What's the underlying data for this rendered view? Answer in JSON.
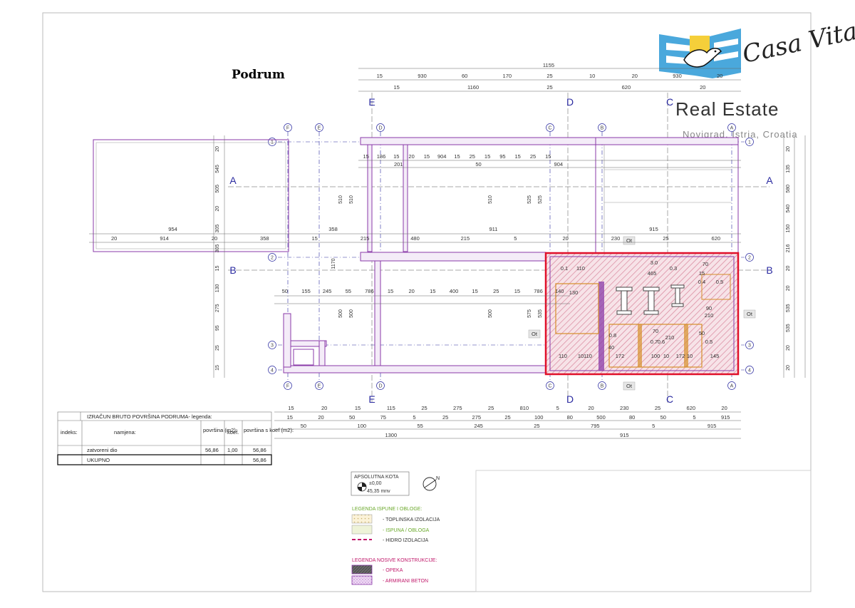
{
  "title": "Podrum",
  "logo": {
    "brand": "Casa Vita",
    "subtitle": "Real Estate",
    "location": "Novigrad, Istria, Croatia"
  },
  "colors": {
    "wall": "#8a3aa8",
    "highlight": "#e0102a",
    "hatch": "#d8849a",
    "insulation": "#e6a23c",
    "axis": "#2a2aa0",
    "section": "#1a1a99"
  },
  "axes_rows": [
    "1",
    "2",
    "3",
    "4"
  ],
  "axes_cols": [
    "F",
    "E",
    "D",
    "C",
    "B",
    "A"
  ],
  "sections": [
    "A",
    "B",
    "C",
    "D",
    "E"
  ],
  "top_dims": {
    "overall": "1155",
    "row2": [
      "15",
      "930",
      "60",
      "170",
      "25",
      "10",
      "20",
      "930",
      "20"
    ],
    "row3": [
      "15",
      "1160",
      "25",
      "620",
      "20"
    ],
    "row4": [
      "15",
      "186",
      "15",
      "20",
      "15",
      "904",
      "15",
      "25",
      "15",
      "95",
      "15",
      "25",
      "15"
    ],
    "row5": [
      "201",
      "50",
      "904"
    ]
  },
  "mid_dims": {
    "row_a": [
      "954",
      "358",
      "911",
      "915"
    ],
    "row_b": [
      "20",
      "914",
      "20",
      "358",
      "15",
      "215",
      "480",
      "215",
      "5",
      "20",
      "230",
      "25",
      "620"
    ],
    "row_c": [
      "50",
      "155",
      "245",
      "55",
      "786",
      "15",
      "20",
      "15",
      "400",
      "15",
      "25",
      "15",
      "786",
      "140"
    ]
  },
  "bottom_dims": {
    "row1": [
      "15",
      "20",
      "15",
      "115",
      "25",
      "275",
      "25",
      "810",
      "5",
      "20",
      "230",
      "25",
      "620",
      "20"
    ],
    "row2": [
      "15",
      "20",
      "50",
      "75",
      "5",
      "25",
      "275",
      "25",
      "100",
      "80",
      "500",
      "80",
      "50",
      "5",
      "915"
    ],
    "row3": [
      "50",
      "100",
      "55",
      "245",
      "25",
      "795",
      "5",
      "915"
    ],
    "row4": [
      "1300",
      "915"
    ]
  },
  "left_dims": [
    "20",
    "545",
    "505",
    "20",
    "305",
    "305",
    "15",
    "130",
    "275",
    "95",
    "25",
    "15"
  ],
  "right_dims": [
    "20",
    "135",
    "580",
    "540",
    "150",
    "216",
    "20",
    "20",
    "535",
    "535",
    "20",
    "20"
  ],
  "inner_dims": [
    "510",
    "510",
    "510",
    "525",
    "525",
    "500",
    "500",
    "500",
    "575",
    "535",
    "1170"
  ],
  "room_labels": [
    "0.1",
    "110",
    "130",
    "465",
    "3.0",
    "0.3",
    "70",
    "15",
    "0.4",
    "0.5",
    "90",
    "210",
    "110",
    "10",
    "110",
    "172",
    "100",
    "10",
    "172",
    "10",
    "145",
    "0.8",
    "0.6",
    "0.7",
    "70",
    "210",
    "40",
    "50",
    "0.5"
  ],
  "markers": [
    "Ot",
    "Ot",
    "Ot",
    "Ot"
  ],
  "area_table": {
    "header": "IZRAČUN BRUTO POVRŠINA PODRUMA- legenda:",
    "columns": [
      "indeks:",
      "namjena:",
      "površina (m2):",
      "koef.",
      "površina s koef (m2):"
    ],
    "rows": [
      {
        "name": "zatvoreni dio",
        "area": "56,86",
        "coef": "1,00",
        "area_coef": "56,86"
      }
    ],
    "total_label": "UKUPNO",
    "total_value": "56,86"
  },
  "kota": {
    "title": "APSOLUTNA KOTA",
    "value": "±0,00",
    "mnv": "45,35 mnv",
    "north": "N"
  },
  "legend_fill": {
    "title": "LEGENDA ISPUNE I OBLOGE:",
    "items": [
      "- TOPLINSKA IZOLACIJA",
      "- ISPUNA / OBLOGA",
      "- HIDRO IZOLACIJA"
    ]
  },
  "legend_struct": {
    "title": "LEGENDA NOSIVE KONSTRUKCIJE:",
    "items": [
      "- OPEKA",
      "- ARMIRANI BETON"
    ]
  }
}
